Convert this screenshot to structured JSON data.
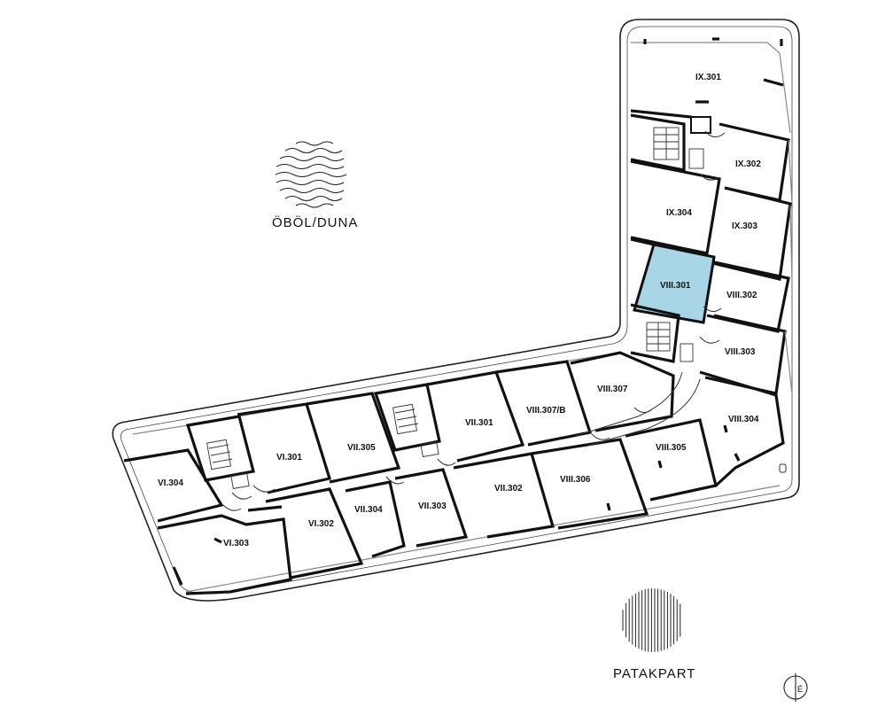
{
  "labels": {
    "water_side": "ÖBÖL/DUNA",
    "park_side": "PATAKPART",
    "compass_letter": "É"
  },
  "units": {
    "ix301": "IX.301",
    "ix302": "IX.302",
    "ix303": "IX.303",
    "ix304": "IX.304",
    "viii301": "VIII.301",
    "viii302": "VIII.302",
    "viii303": "VIII.303",
    "viii304": "VIII.304",
    "viii305": "VIII.305",
    "viii306": "VIII.306",
    "viii307": "VIII.307",
    "viii307b": "VIII.307/B",
    "vii301": "VII.301",
    "vii302": "VII.302",
    "vii303": "VII.303",
    "vii304": "VII.304",
    "vii305": "VII.305",
    "vi301": "VI.301",
    "vi302": "VI.302",
    "vi303": "VI.303",
    "vi304": "VI.304"
  },
  "highlight": {
    "unit": "VIII.301",
    "color": "#a8d6e6"
  }
}
